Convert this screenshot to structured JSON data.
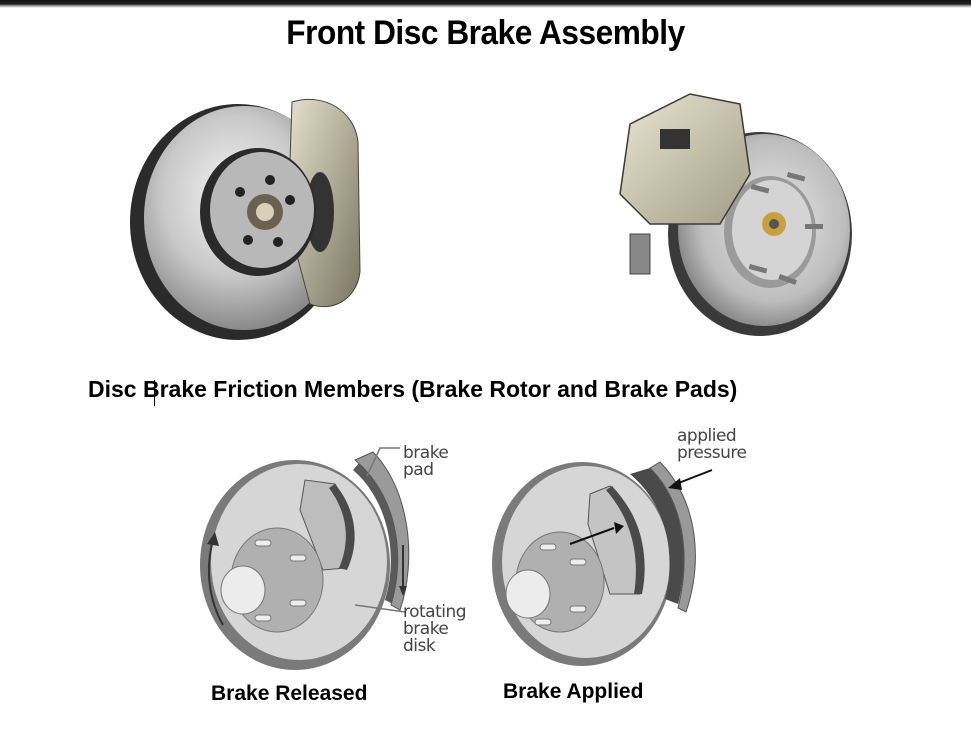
{
  "slide": {
    "title": "Front Disc Brake Assembly",
    "subtitle": "Disc Brake Friction Members (Brake Rotor and Brake Pads)",
    "photos": [
      {
        "name": "brake-rotor-with-caliper-photo",
        "alt": "Brake rotor with caliper (front view)"
      },
      {
        "name": "brake-caliper-assembly-illustration",
        "alt": "Caliper mounted on rotor (illustration)"
      }
    ],
    "diagrams": [
      {
        "caption": "Brake Released",
        "labels": {
          "pad_line1": "brake",
          "pad_line2": "pad",
          "disk_line1": "rotating",
          "disk_line2": "brake",
          "disk_line3": "disk"
        }
      },
      {
        "caption": "Brake Applied",
        "labels": {
          "pressure_line1": "applied",
          "pressure_line2": "pressure"
        }
      }
    ]
  },
  "colors": {
    "top_bar": "#111111",
    "text": "#000000",
    "label_text": "#444444",
    "rotor_metal": "#c9c9c9",
    "pad_dark": "#555555",
    "caliper": "#cfc9b3"
  }
}
